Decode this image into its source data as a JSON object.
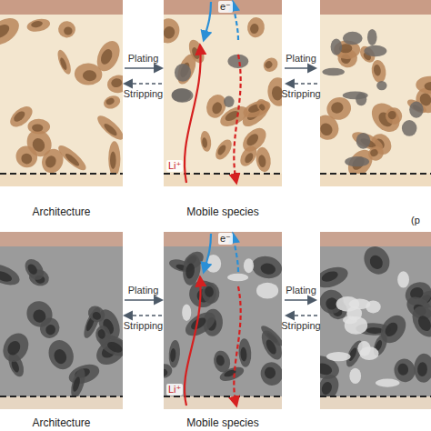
{
  "diagram": {
    "nodes": [
      {
        "text": [
          "Architecture"
        ]
      },
      {
        "text": [
          "Mobile species"
        ]
      },
      {
        "text": [
          "Architecture"
        ]
      },
      {
        "text": [
          "Mobile species"
        ]
      }
    ],
    "edges": [
      {
        "from": 0,
        "to": 1,
        "label": "Plating",
        "arrow": "to"
      },
      {
        "from": 1,
        "to": 0,
        "label": "Stripping",
        "arrow": "to"
      },
      {
        "from": 2,
        "to": 3,
        "label": "Plating",
        "arrow": "to"
      },
      {
        "from": 3,
        "to": 2,
        "label": "Stripping",
        "arrow": "to"
      }
    ],
    "labels": [
      "Plating",
      "Stripping",
      "e⁻",
      "Li⁺",
      "Plating",
      "Stripping",
      "e⁻",
      "Li⁺",
      "(p"
    ]
  }
}
